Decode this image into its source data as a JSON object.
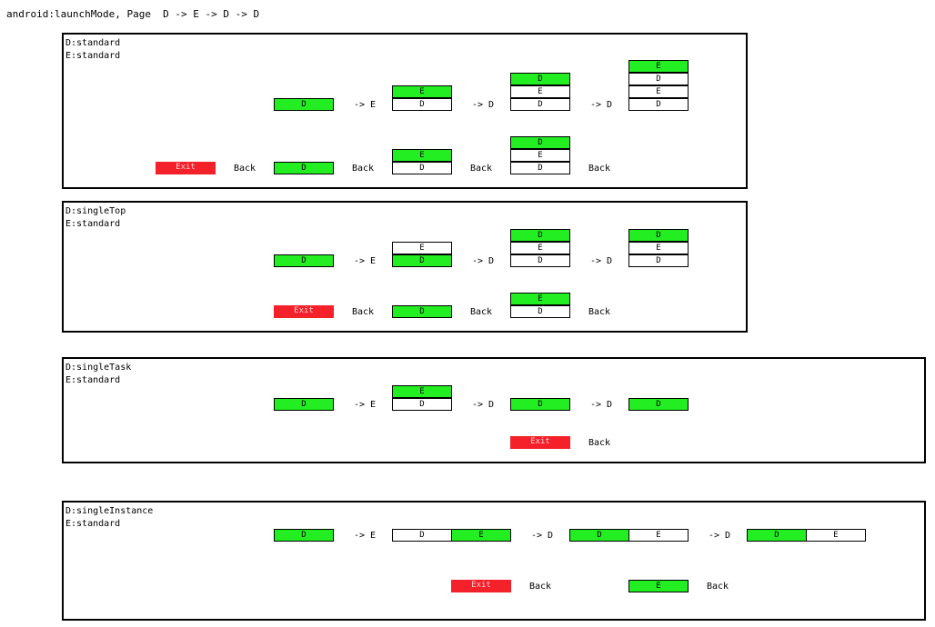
{
  "title": "android:launchMode, Page  D -> E -> D -> D",
  "labels": {
    "arrow_e": "-> E",
    "arrow_d": "-> D",
    "back": "Back",
    "exit": "Exit",
    "d": "D",
    "e": "E"
  },
  "sections": [
    {
      "line1": "D:standard",
      "line2": "E:standard"
    },
    {
      "line1": "D:singleTop",
      "line2": "E:standard"
    },
    {
      "line1": "D:singleTask",
      "line2": "E:standard"
    },
    {
      "line1": "D:singleInstance",
      "line2": "E:standard"
    }
  ],
  "colors": {
    "active": "#22ee22",
    "exit": "#f4202a",
    "inactive": "#ffffff"
  }
}
